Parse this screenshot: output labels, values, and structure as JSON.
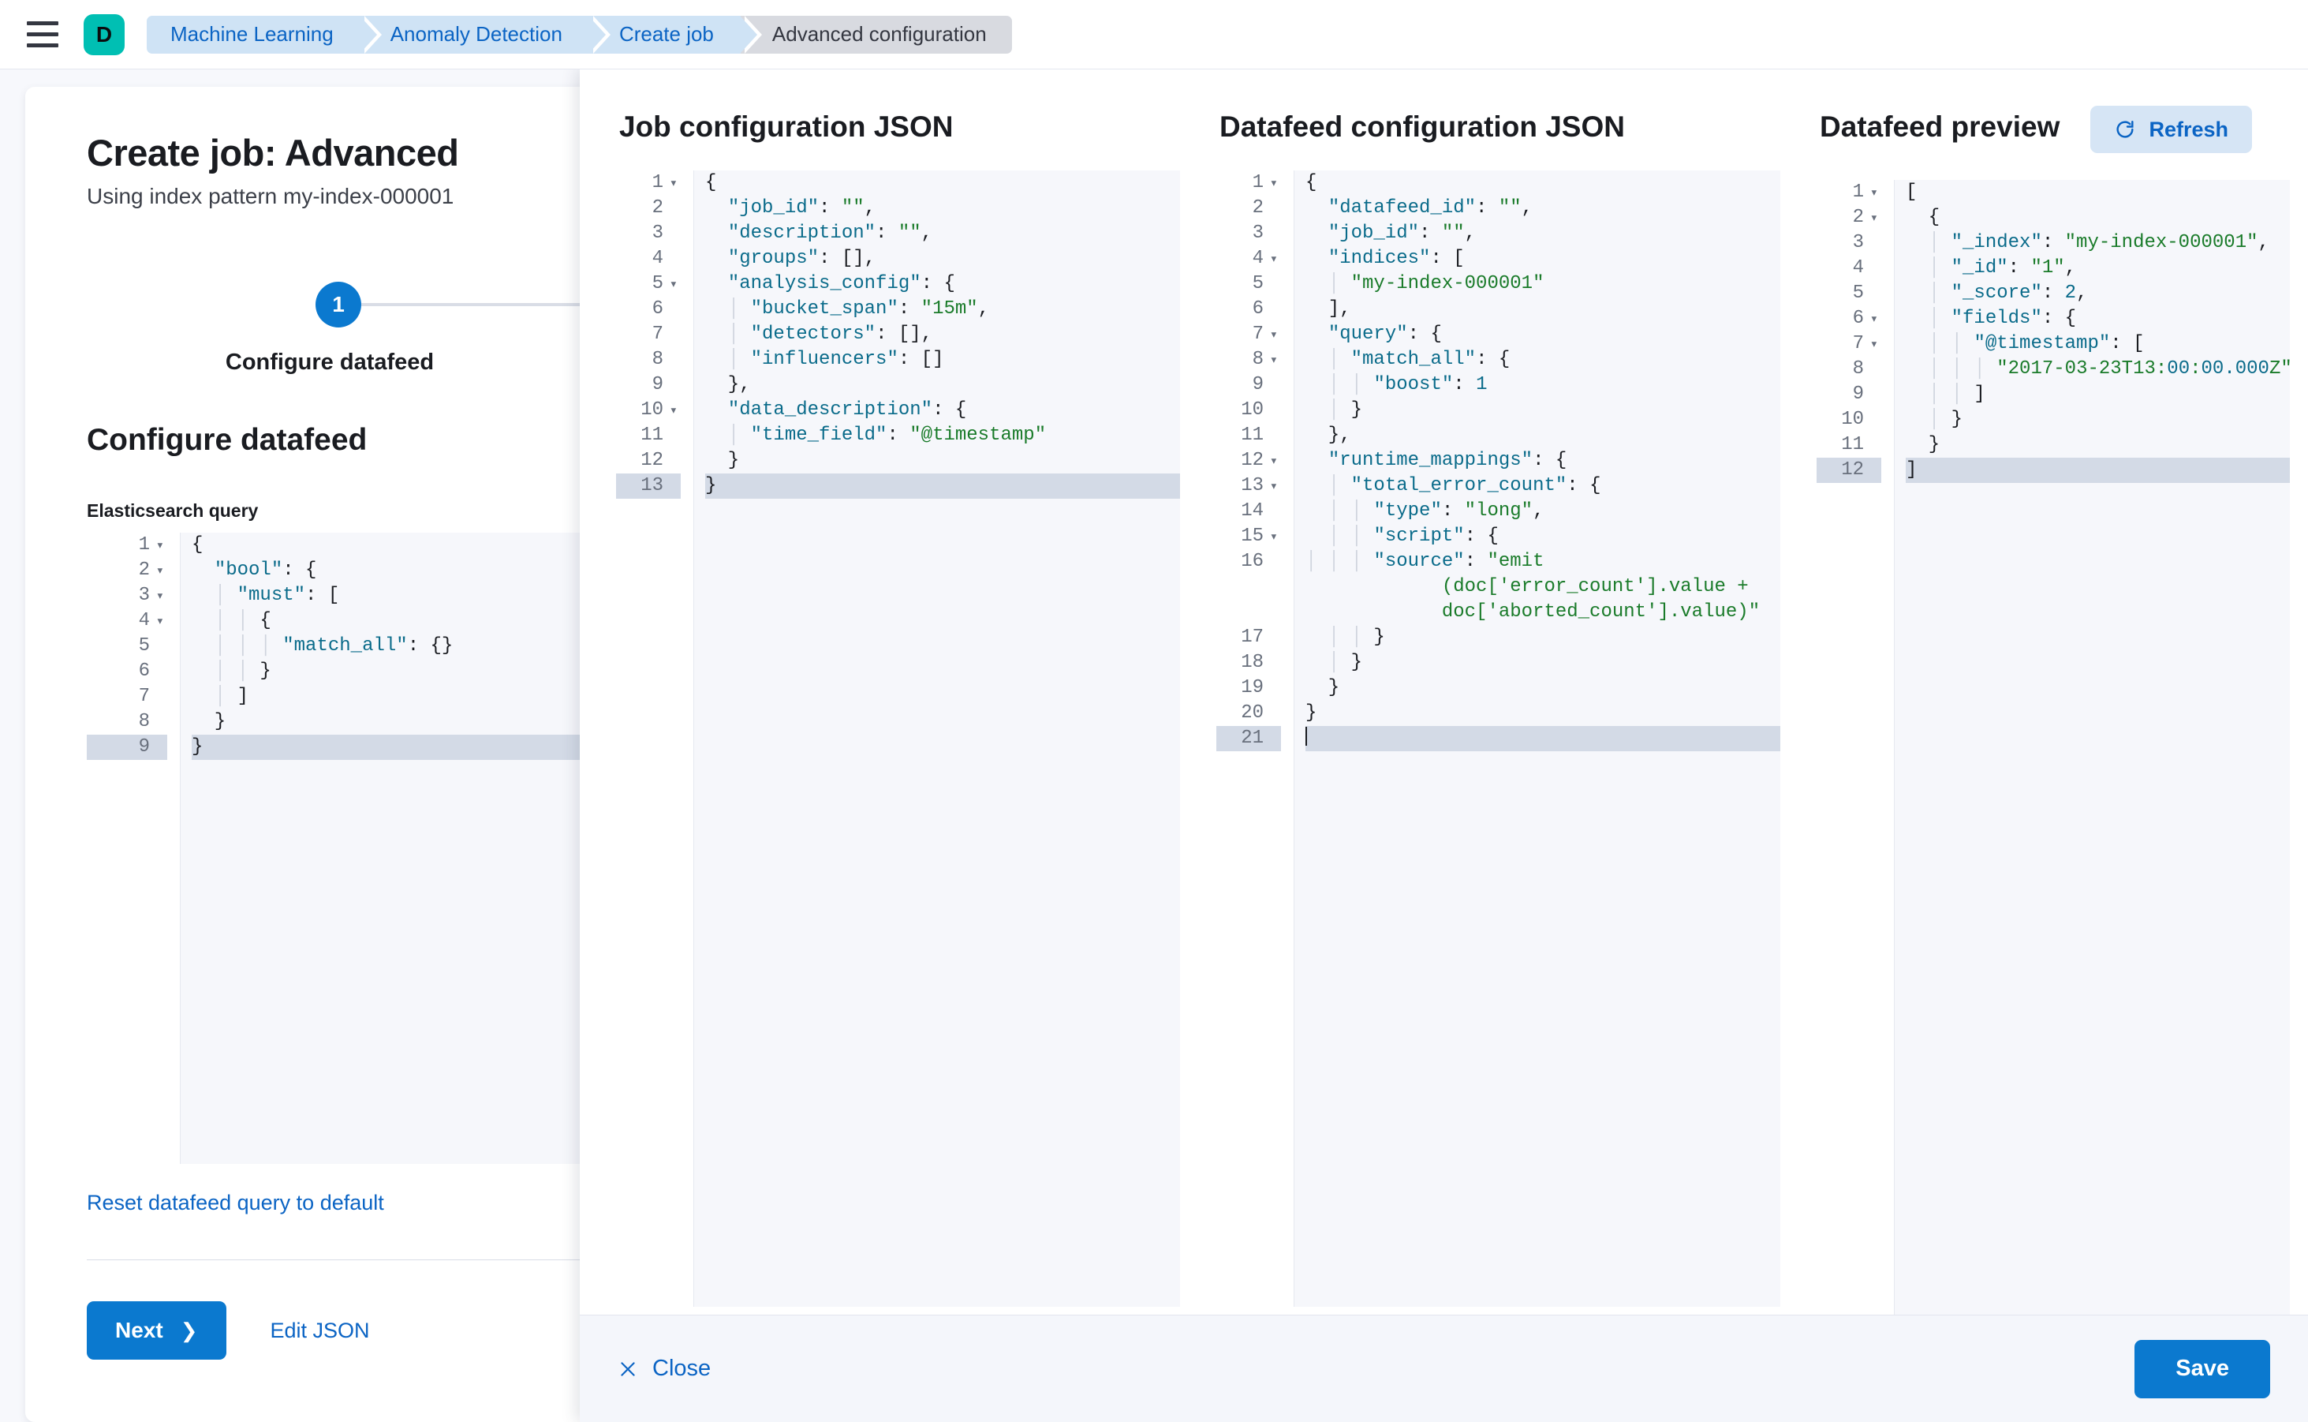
{
  "topbar": {
    "menu_icon": "hamburger-icon",
    "logo_letter": "D",
    "breadcrumbs": [
      {
        "label": "Machine Learning",
        "active": false
      },
      {
        "label": "Anomaly Detection",
        "active": false
      },
      {
        "label": "Create job",
        "active": false
      },
      {
        "label": "Advanced configuration",
        "active": true
      }
    ]
  },
  "left_panel": {
    "title": "Create job: Advanced",
    "subtitle": "Using index pattern my-index-000001",
    "step_number": "1",
    "step_label": "Configure datafeed",
    "section_title": "Configure datafeed",
    "query_field_label": "Elasticsearch query",
    "reset_link": "Reset datafeed query to default",
    "next_button": "Next",
    "next_chevron": "chevron-right-icon",
    "edit_json_link": "Edit JSON",
    "query_editor": {
      "highlighted_line": 9,
      "lines": [
        {
          "n": 1,
          "fold": true,
          "text": "{"
        },
        {
          "n": 2,
          "fold": true,
          "text": "  \"bool\": {"
        },
        {
          "n": 3,
          "fold": true,
          "text": "    \"must\": ["
        },
        {
          "n": 4,
          "fold": true,
          "text": "      {"
        },
        {
          "n": 5,
          "fold": false,
          "text": "        \"match_all\": {}"
        },
        {
          "n": 6,
          "fold": false,
          "text": "      }"
        },
        {
          "n": 7,
          "fold": false,
          "text": "    ]"
        },
        {
          "n": 8,
          "fold": false,
          "text": "  }"
        },
        {
          "n": 9,
          "fold": false,
          "text": "}"
        }
      ]
    }
  },
  "flyout": {
    "job_config": {
      "title": "Job configuration JSON",
      "highlighted_line": 13,
      "lines": [
        {
          "n": 1,
          "fold": true,
          "text": "{"
        },
        {
          "n": 2,
          "fold": false,
          "text": "  \"job_id\": \"\","
        },
        {
          "n": 3,
          "fold": false,
          "text": "  \"description\": \"\","
        },
        {
          "n": 4,
          "fold": false,
          "text": "  \"groups\": [],"
        },
        {
          "n": 5,
          "fold": true,
          "text": "  \"analysis_config\": {"
        },
        {
          "n": 6,
          "fold": false,
          "text": "    \"bucket_span\": \"15m\","
        },
        {
          "n": 7,
          "fold": false,
          "text": "    \"detectors\": [],"
        },
        {
          "n": 8,
          "fold": false,
          "text": "    \"influencers\": []"
        },
        {
          "n": 9,
          "fold": false,
          "text": "  },"
        },
        {
          "n": 10,
          "fold": true,
          "text": "  \"data_description\": {"
        },
        {
          "n": 11,
          "fold": false,
          "text": "    \"time_field\": \"@timestamp\""
        },
        {
          "n": 12,
          "fold": false,
          "text": "  }"
        },
        {
          "n": 13,
          "fold": false,
          "text": "}"
        }
      ]
    },
    "datafeed_config": {
      "title": "Datafeed configuration JSON",
      "highlighted_line": 21,
      "lines": [
        {
          "n": 1,
          "fold": true,
          "text": "{"
        },
        {
          "n": 2,
          "fold": false,
          "text": "  \"datafeed_id\": \"\","
        },
        {
          "n": 3,
          "fold": false,
          "text": "  \"job_id\": \"\","
        },
        {
          "n": 4,
          "fold": true,
          "text": "  \"indices\": ["
        },
        {
          "n": 5,
          "fold": false,
          "text": "    \"my-index-000001\""
        },
        {
          "n": 6,
          "fold": false,
          "text": "  ],"
        },
        {
          "n": 7,
          "fold": true,
          "text": "  \"query\": {"
        },
        {
          "n": 8,
          "fold": true,
          "text": "    \"match_all\": {"
        },
        {
          "n": 9,
          "fold": false,
          "text": "      \"boost\": 1"
        },
        {
          "n": 10,
          "fold": false,
          "text": "    }"
        },
        {
          "n": 11,
          "fold": false,
          "text": "  },"
        },
        {
          "n": 12,
          "fold": true,
          "text": "  \"runtime_mappings\": {"
        },
        {
          "n": 13,
          "fold": true,
          "text": "    \"total_error_count\": {"
        },
        {
          "n": 14,
          "fold": false,
          "text": "      \"type\": \"long\","
        },
        {
          "n": 15,
          "fold": true,
          "text": "      \"script\": {"
        },
        {
          "n": 16,
          "fold": false,
          "text": "        \"source\": \"emit(doc['error_count'].value + doc['aborted_count'].value)\""
        },
        {
          "n": 17,
          "fold": false,
          "text": "      }"
        },
        {
          "n": 18,
          "fold": false,
          "text": "    }"
        },
        {
          "n": 19,
          "fold": false,
          "text": "  }"
        },
        {
          "n": 20,
          "fold": false,
          "text": "}"
        },
        {
          "n": 21,
          "fold": false,
          "text": ""
        }
      ]
    },
    "datafeed_preview": {
      "title": "Datafeed preview",
      "refresh_button": "Refresh",
      "refresh_icon": "refresh-icon",
      "highlighted_line": 12,
      "lines": [
        {
          "n": 1,
          "fold": true,
          "text": "["
        },
        {
          "n": 2,
          "fold": true,
          "text": "  {"
        },
        {
          "n": 3,
          "fold": false,
          "text": "    \"_index\": \"my-index-000001\","
        },
        {
          "n": 4,
          "fold": false,
          "text": "    \"_id\": \"1\","
        },
        {
          "n": 5,
          "fold": false,
          "text": "    \"_score\": 2,"
        },
        {
          "n": 6,
          "fold": true,
          "text": "    \"fields\": {"
        },
        {
          "n": 7,
          "fold": true,
          "text": "      \"@timestamp\": ["
        },
        {
          "n": 8,
          "fold": false,
          "text": "        \"2017-03-23T13:00:00.000Z\""
        },
        {
          "n": 9,
          "fold": false,
          "text": "      ]"
        },
        {
          "n": 10,
          "fold": false,
          "text": "    }"
        },
        {
          "n": 11,
          "fold": false,
          "text": "  }"
        },
        {
          "n": 12,
          "fold": false,
          "text": "]"
        }
      ]
    },
    "footer": {
      "close_label": "Close",
      "close_icon": "close-icon",
      "save_label": "Save"
    }
  },
  "colors": {
    "accent_blue": "#0b79cf",
    "link_blue": "#0b64c4",
    "brand_teal": "#00bfb3",
    "json_key": "#0a6b8a",
    "json_string": "#1a7b2a",
    "highlight_row": "#d3dae6"
  }
}
